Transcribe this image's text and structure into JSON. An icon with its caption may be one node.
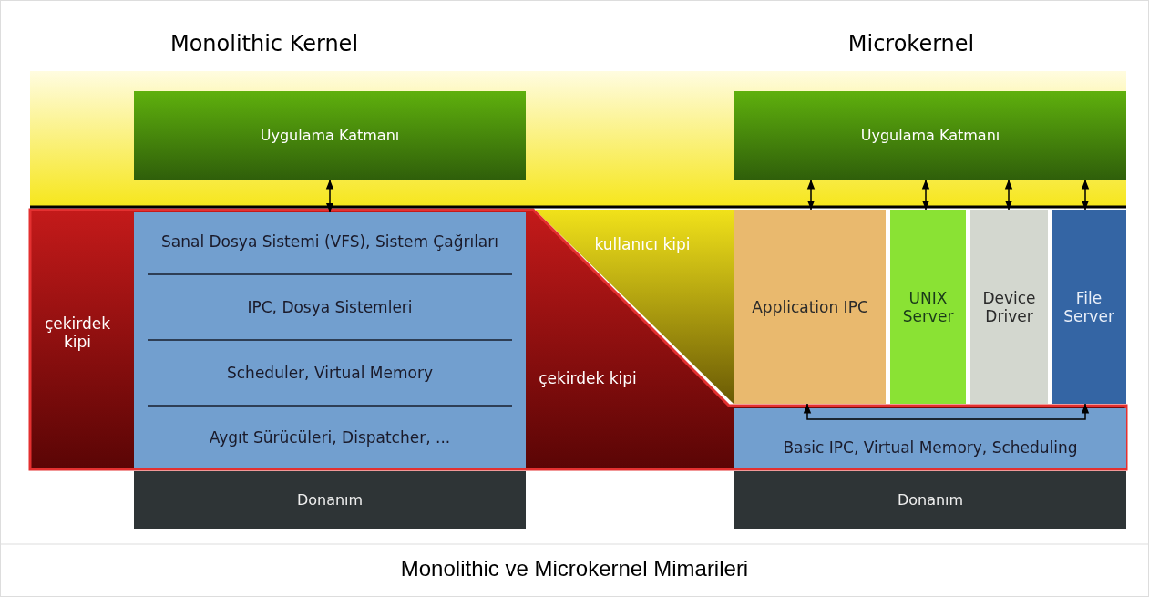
{
  "diagram": {
    "caption": "Monolithic ve Microkernel Mimarileri",
    "nodes": [
      {
        "text": [
          "Uygulama Katmanı"
        ]
      },
      {
        "text": [
          "Sanal Dosya Sistemi (VFS), Sistem Çağrıları",
          "IPC, Dosya Sistemleri",
          "Scheduler, Virtual Memory",
          "Aygıt Sürücüleri, Dispatcher, ..."
        ]
      },
      {
        "text": [
          "Donanım"
        ]
      },
      {
        "text": [
          "Uygulama Katmanı"
        ]
      },
      {
        "text": [
          "Application IPC"
        ]
      },
      {
        "text": [
          "UNIX Server"
        ]
      },
      {
        "text": [
          "Device Driver"
        ]
      },
      {
        "text": [
          "File Server"
        ]
      },
      {
        "text": [
          "Basic IPC, Virtual Memory, Scheduling"
        ]
      },
      {
        "text": [
          "Donanım"
        ]
      }
    ],
    "edges": [
      {
        "from": 0,
        "to": 1,
        "arrow": "both"
      },
      {
        "from": 3,
        "to": 4,
        "arrow": "both"
      },
      {
        "from": 3,
        "to": 5,
        "arrow": "both"
      },
      {
        "from": 3,
        "to": 6,
        "arrow": "both"
      },
      {
        "from": 3,
        "to": 7,
        "arrow": "both"
      },
      {
        "from": 8,
        "to": 4,
        "arrow": "to"
      },
      {
        "from": 8,
        "to": 7,
        "arrow": "to"
      }
    ],
    "labels": [
      "Monolithic Kernel",
      "Microkernel",
      "çekirdek kipi",
      "kullanıcı kipi",
      "çekirdek kipi"
    ]
  }
}
